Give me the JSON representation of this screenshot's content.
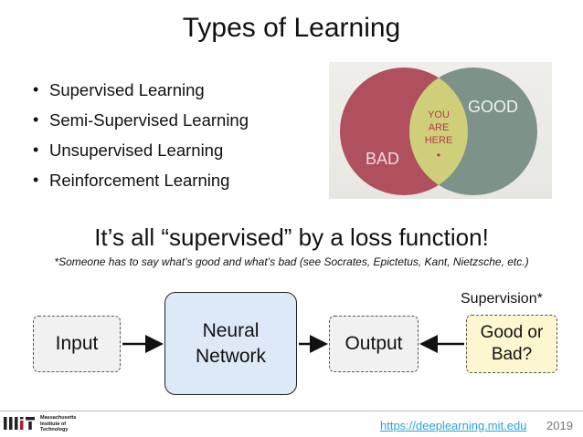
{
  "title": "Types of Learning",
  "bullets": [
    "Supervised Learning",
    "Semi-Supervised Learning",
    "Unsupervised Learning",
    "Reinforcement Learning"
  ],
  "venn": {
    "bad_label": "BAD",
    "good_label": "GOOD",
    "here_line1": "YOU",
    "here_line2": "ARE",
    "here_line3": "HERE",
    "here_marker": "•",
    "bad_color": "#b0505e",
    "good_color": "#7d9289",
    "overlap_color": "#cfcf7a",
    "here_text_color": "#b03a4a"
  },
  "subtitle": "It’s all “supervised” by a loss function!",
  "note": "*Someone has to say what’s good and what’s bad (see Socrates, Epictetus, Kant, Nietzsche, etc.)",
  "diagram": {
    "input": "Input",
    "nn_line1": "Neural",
    "nn_line2": "Network",
    "output": "Output",
    "good_line1": "Good or",
    "good_line2": "Bad?",
    "supervision": "Supervision*"
  },
  "footer": {
    "url": "https://deeplearning.mit.edu",
    "year": "2019",
    "mit_line1": "Massachusetts",
    "mit_line2": "Institute of",
    "mit_line3": "Technology"
  }
}
